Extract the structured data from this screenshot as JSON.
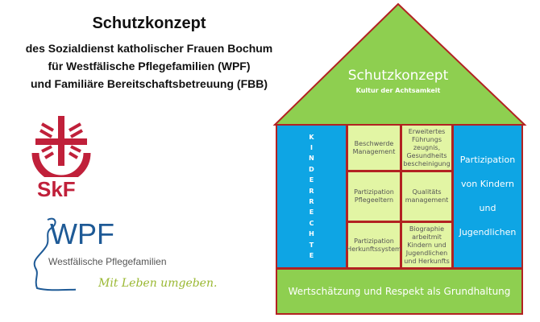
{
  "header": {
    "title": "Schutzkonzept",
    "lines": [
      "des Sozialdienst katholischer Frauen Bochum",
      "für Westfälische Pflegefamilien (WPF)",
      "und Familiäre Bereitschaftsbetreuung (FBB)"
    ]
  },
  "logos": {
    "skf": "SkF",
    "wpf": {
      "name": "WPF",
      "subtitle": "Westfälische Pflegefamilien",
      "slogan": "Mit Leben umgeben."
    }
  },
  "house": {
    "roof": {
      "title": "Schutzkonzept",
      "subtitle": "Kultur der Achtsamkeit"
    },
    "left_pillar": [
      "K",
      "I",
      "N",
      "D",
      "E",
      "R",
      "R",
      "E",
      "C",
      "H",
      "T",
      "E"
    ],
    "right_pillar": [
      "Partizipation",
      "von Kindern",
      "und",
      "Jugendlichen"
    ],
    "cells": [
      "Beschwerde Management",
      "Erweitertes Führungs zeugnis, Gesundheits bescheinigung",
      "Partizipation Pflegeeltern",
      "Qualitäts management",
      "Partizipation Herkunftssystem",
      "Biographie arbeitmit Kindern und Jugendlichen und Herkunfts"
    ],
    "foundation": "Wertschätzung und Respekt als Grundhaltung"
  },
  "colors": {
    "roof": "#8ecf50",
    "pillar": "#0ea5e4",
    "cell": "#e2f5a4",
    "border": "#b22222",
    "skf": "#c0203a",
    "wpf": "#1e5a96"
  }
}
